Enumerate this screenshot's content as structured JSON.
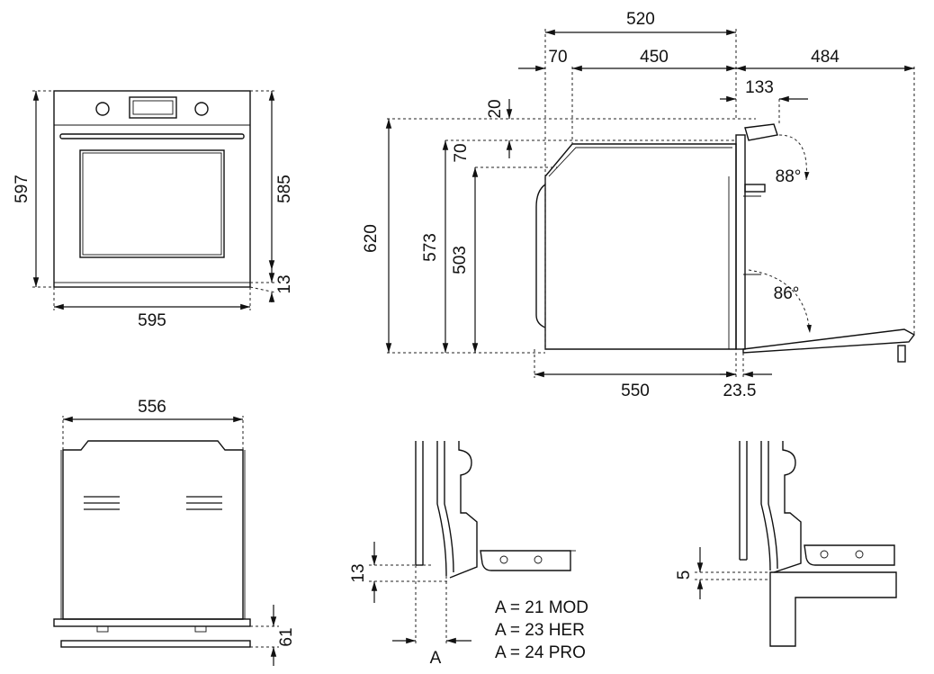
{
  "front_view": {
    "width": "595",
    "height": "597",
    "height_inner": "585",
    "bottom_gap": "13"
  },
  "back_view": {
    "width": "556",
    "bottom_height": "61"
  },
  "side_view": {
    "depth_top": "520",
    "offset_70": "70",
    "inner_depth": "450",
    "door_open": "484",
    "handle_133": "133",
    "top_20": "20",
    "gap_70": "70",
    "angle_top": "88°",
    "angle_bottom": "86°",
    "height_620": "620",
    "height_573": "573",
    "height_503": "503",
    "depth_550": "550",
    "door_235": "23.5"
  },
  "detail_left": {
    "gap": "13",
    "marker": "A",
    "notes": [
      "A = 21 MOD",
      "A = 23 HER",
      "A = 24 PRO"
    ]
  },
  "detail_right": {
    "gap": "5"
  }
}
